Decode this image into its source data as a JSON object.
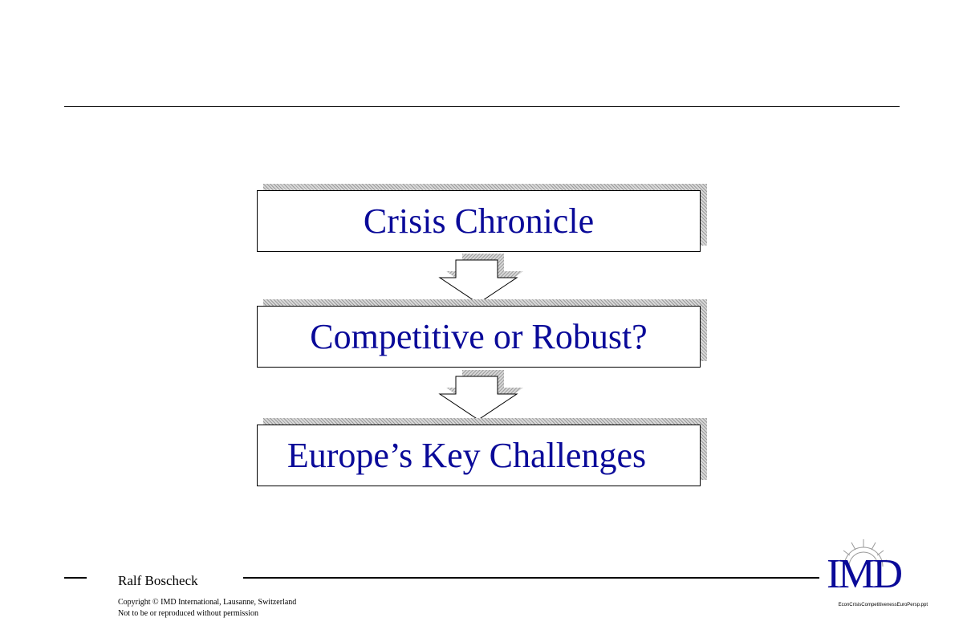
{
  "flow": {
    "steps": [
      {
        "label": "Crisis Chronicle"
      },
      {
        "label": "Competitive or Robust?"
      },
      {
        "label": "Europe’s Key Challenges"
      }
    ]
  },
  "footer": {
    "author": "Ralf Boscheck",
    "copyright_line1": "Copyright © IMD International, Lausanne, Switzerland",
    "copyright_line2": "Not to be or reproduced without permission",
    "filename": "EconCrisisCompetitivenessEuroPersp.ppt"
  },
  "logo": {
    "text": "IMD",
    "icon": "sunburst-icon"
  },
  "colors": {
    "text_accent": "#0a0a99",
    "rule": "#000000",
    "shadow": "#9a9a9a"
  }
}
